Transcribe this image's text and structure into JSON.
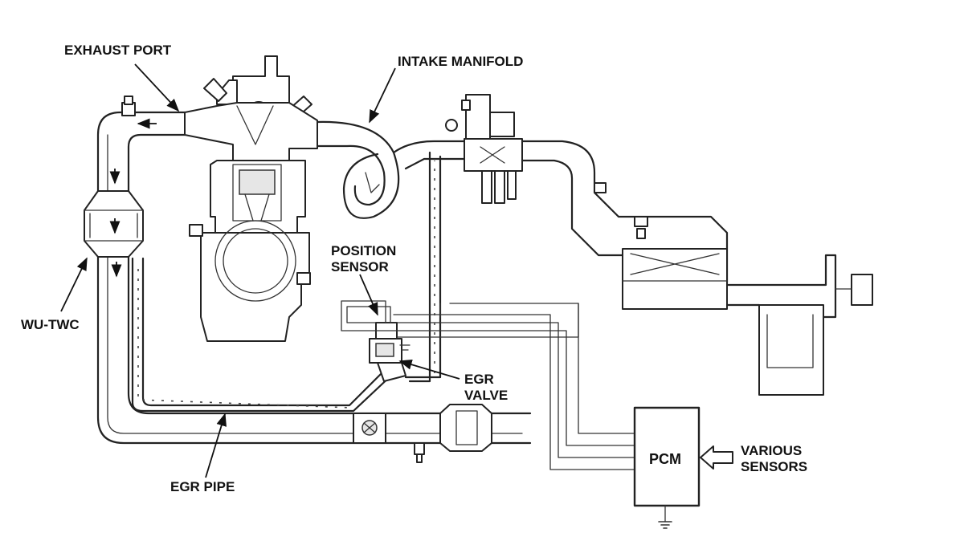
{
  "labels": {
    "exhaust_port": "EXHAUST PORT",
    "intake_manifold": "INTAKE MANIFOLD",
    "position_sensor": [
      "POSITION",
      "SENSOR"
    ],
    "wu_twc": "WU-TWC",
    "egr_valve": [
      "EGR",
      "VALVE"
    ],
    "egr_pipe": "EGR PIPE",
    "pcm": "PCM",
    "various_sensors": [
      "VARIOUS",
      "SENSORS"
    ]
  }
}
